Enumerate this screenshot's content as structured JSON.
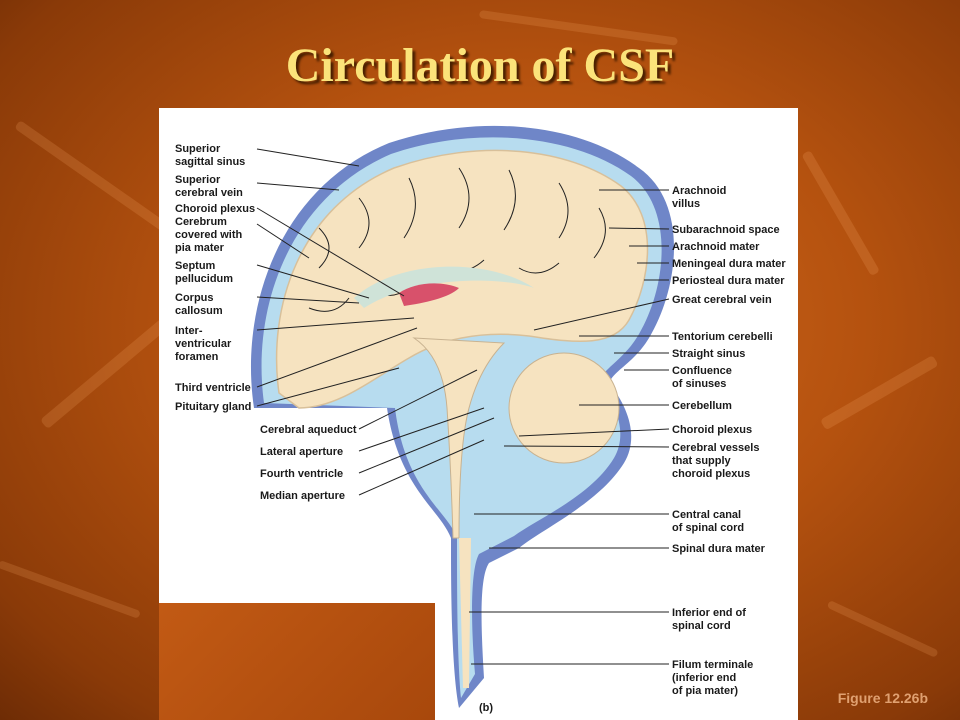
{
  "title": "Circulation of CSF",
  "figure_ref": "Figure 12.26b",
  "panel_letter": "(b)",
  "left_labels": [
    [
      "Superior",
      "sagittal sinus"
    ],
    [
      "Superior",
      "cerebral vein"
    ],
    [
      "Choroid plexus"
    ],
    [
      "Cerebrum",
      "covered with",
      "pia mater"
    ],
    [
      "Septum",
      "pellucidum"
    ],
    [
      "Corpus",
      "callosum"
    ],
    [
      "Inter-",
      "ventricular",
      "foramen"
    ],
    [
      "Third ventricle"
    ],
    [
      "Pituitary gland"
    ]
  ],
  "mid_labels": [
    [
      "Cerebral aqueduct"
    ],
    [
      "Lateral aperture"
    ],
    [
      "Fourth ventricle"
    ],
    [
      "Median aperture"
    ]
  ],
  "right_labels": [
    [
      "Arachnoid",
      "villus"
    ],
    [
      "Subarachnoid space"
    ],
    [
      "Arachnoid mater"
    ],
    [
      "Meningeal dura mater"
    ],
    [
      "Periosteal dura mater"
    ],
    [
      "Great cerebral vein"
    ],
    [
      "Tentorium cerebelli"
    ],
    [
      "Straight sinus"
    ],
    [
      "Confluence",
      "of sinuses"
    ],
    [
      "Cerebellum"
    ],
    [
      "Choroid plexus"
    ],
    [
      "Cerebral vessels",
      "that supply",
      "choroid plexus"
    ],
    [
      "Central canal",
      "of spinal cord"
    ],
    [
      "Spinal dura mater"
    ],
    [
      "Inferior end of",
      "spinal cord"
    ],
    [
      "Filum terminale",
      "(inferior end",
      "of pia mater)"
    ]
  ],
  "colors": {
    "dura": "#6f86c8",
    "csf": "#b7dcef",
    "brain": "#f6e3c0",
    "choroid": "#d8516b",
    "title": "#fbe37a"
  }
}
